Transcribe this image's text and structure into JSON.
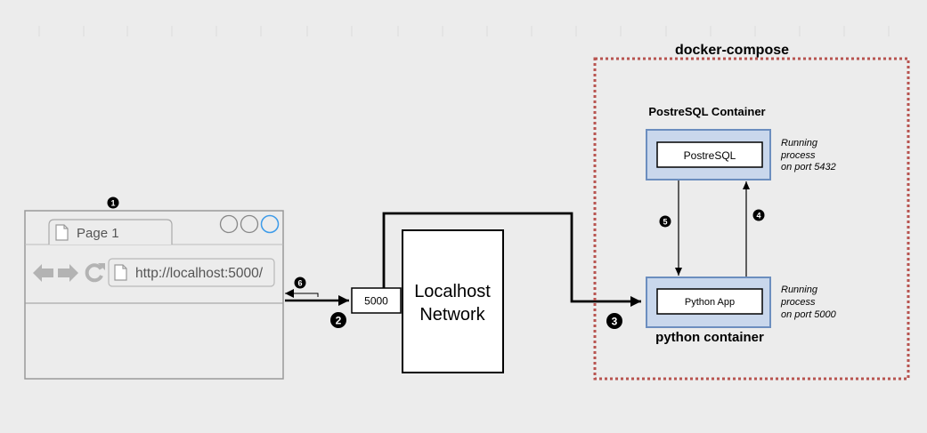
{
  "browser": {
    "tab_label": "Page 1",
    "url": "http://localhost:5000/"
  },
  "network": {
    "port_label": "5000",
    "title_line1": "Localhost",
    "title_line2": "Network"
  },
  "compose": {
    "title": "docker-compose"
  },
  "postgres_container": {
    "title": "PostreSQL Container",
    "inner_label": "PostreSQL",
    "note_line1": "Running",
    "note_line2": "process",
    "note_line3": "on  port  5432"
  },
  "python_container": {
    "title": "python container",
    "inner_label": "Python App",
    "note_line1": "Running",
    "note_line2": "process",
    "note_line3": "on  port 5000"
  },
  "steps": [
    "1",
    "2",
    "3",
    "4",
    "5",
    "6"
  ],
  "colors": {
    "background": "#ececec",
    "container_fill": "#c9d7ec",
    "container_stroke": "#6c8ebf",
    "compose_border": "#b85450",
    "browser_stroke": "#999999",
    "active_circle": "#3d9be9"
  },
  "icons": {
    "back": "left-arrow-icon",
    "forward": "right-arrow-icon",
    "reload": "reload-icon",
    "page": "page-icon"
  }
}
